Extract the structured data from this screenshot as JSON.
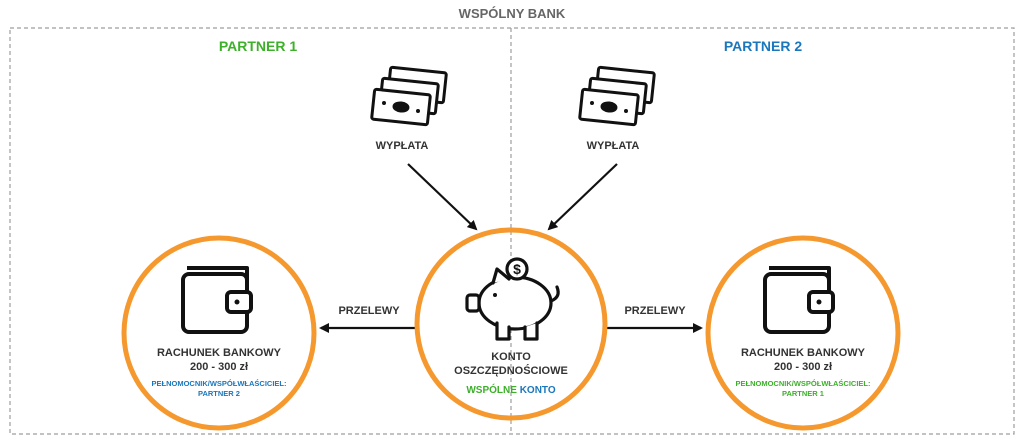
{
  "title": "WSPÓLNY BANK",
  "partners": {
    "left": {
      "label": "PARTNER 1",
      "color": "#3db02a"
    },
    "right": {
      "label": "PARTNER 2",
      "color": "#1a77bd"
    }
  },
  "income": {
    "left": {
      "label": "WYPŁATA",
      "icon": "money-icon"
    },
    "right": {
      "label": "WYPŁATA",
      "icon": "money-icon"
    }
  },
  "savings": {
    "title_line1": "KONTO",
    "title_line2": "OSZCZĘDNOŚCIOWE",
    "tag_part1": "WSPÓLNE",
    "tag_part2": "KONTO",
    "icon": "piggy-bank-icon"
  },
  "transfers": {
    "left": "PRZELEWY",
    "right": "PRZELEWY"
  },
  "accounts": {
    "left": {
      "title": "RACHUNEK BANKOWY",
      "amount": "200 - 300 zł",
      "note_line1": "PEŁNOMOCNIK/WSPÓŁWŁAŚCICIEL:",
      "note_line2": "PARTNER 2",
      "note_color": "#1a77bd",
      "icon": "wallet-icon"
    },
    "right": {
      "title": "RACHUNEK BANKOWY",
      "amount": "200 - 300 zł",
      "note_line1": "PEŁNOMOCNIK/WSPÓŁWŁAŚCICIEL:",
      "note_line2": "PARTNER 1",
      "note_color": "#3db02a",
      "icon": "wallet-icon"
    }
  },
  "colors": {
    "ring": "#f5982e",
    "text": "#333333",
    "muted": "#666666",
    "border": "#9e9e9e",
    "green": "#3db02a",
    "blue": "#1a77bd"
  }
}
